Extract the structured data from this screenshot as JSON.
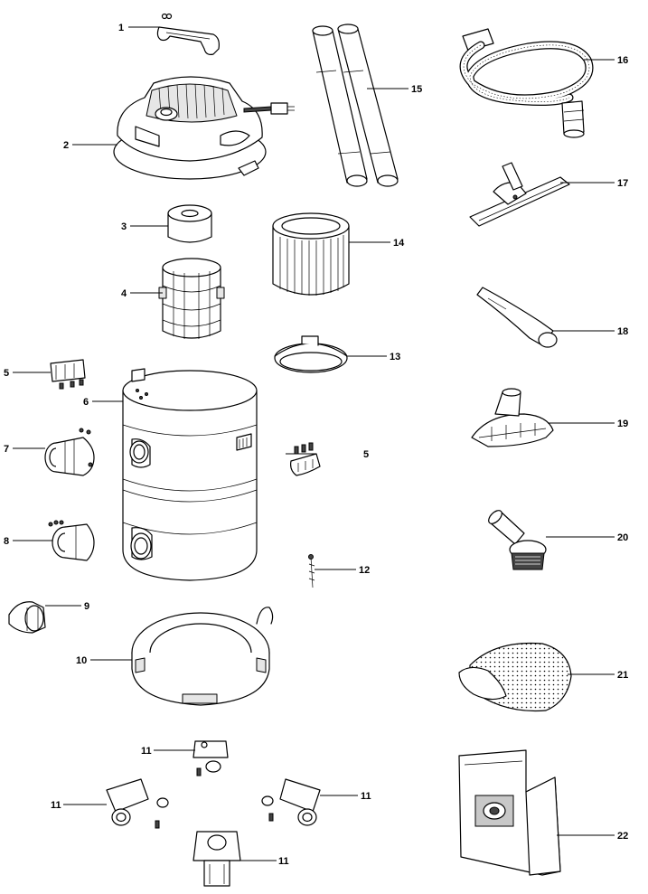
{
  "diagram": {
    "callouts": [
      {
        "id": "c1",
        "label": "1"
      },
      {
        "id": "c2",
        "label": "2"
      },
      {
        "id": "c3",
        "label": "3"
      },
      {
        "id": "c4",
        "label": "4"
      },
      {
        "id": "c5a",
        "label": "5"
      },
      {
        "id": "c5b",
        "label": "5"
      },
      {
        "id": "c6",
        "label": "6"
      },
      {
        "id": "c7",
        "label": "7"
      },
      {
        "id": "c8",
        "label": "8"
      },
      {
        "id": "c9",
        "label": "9"
      },
      {
        "id": "c10",
        "label": "10"
      },
      {
        "id": "c11a",
        "label": "11"
      },
      {
        "id": "c11b",
        "label": "11"
      },
      {
        "id": "c11c",
        "label": "11"
      },
      {
        "id": "c11d",
        "label": "11"
      },
      {
        "id": "c12",
        "label": "12"
      },
      {
        "id": "c13",
        "label": "13"
      },
      {
        "id": "c14",
        "label": "14"
      },
      {
        "id": "c15",
        "label": "15"
      },
      {
        "id": "c16",
        "label": "16"
      },
      {
        "id": "c17",
        "label": "17"
      },
      {
        "id": "c18",
        "label": "18"
      },
      {
        "id": "c19",
        "label": "19"
      },
      {
        "id": "c20",
        "label": "20"
      },
      {
        "id": "c21",
        "label": "21"
      },
      {
        "id": "c22",
        "label": "22"
      }
    ]
  }
}
